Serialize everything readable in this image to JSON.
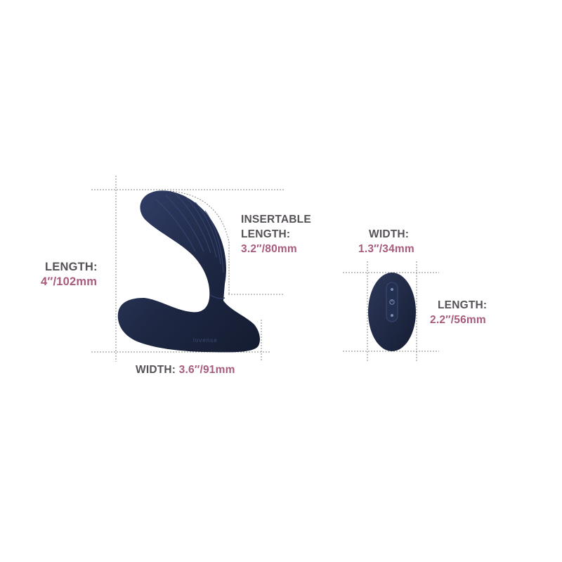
{
  "colors": {
    "product": "#1d2742",
    "product_highlight": "#34416b",
    "label_dark": "#555157",
    "label_accent": "#a85b7c",
    "guide_lines": "#8a8a8a"
  },
  "main_device": {
    "length": {
      "title": "LENGTH:",
      "value": "4″/102mm"
    },
    "insertable_length": {
      "title_line1": "INSERTABLE",
      "title_line2": "LENGTH:",
      "value": "3.2″/80mm"
    },
    "width": {
      "title": "WIDTH: ",
      "value": "3.6″/91mm"
    },
    "logo": "lovense"
  },
  "remote": {
    "width": {
      "title": "WIDTH:",
      "value": "1.3″/34mm"
    },
    "length": {
      "title": "LENGTH:",
      "value": "2.2″/56mm"
    }
  }
}
